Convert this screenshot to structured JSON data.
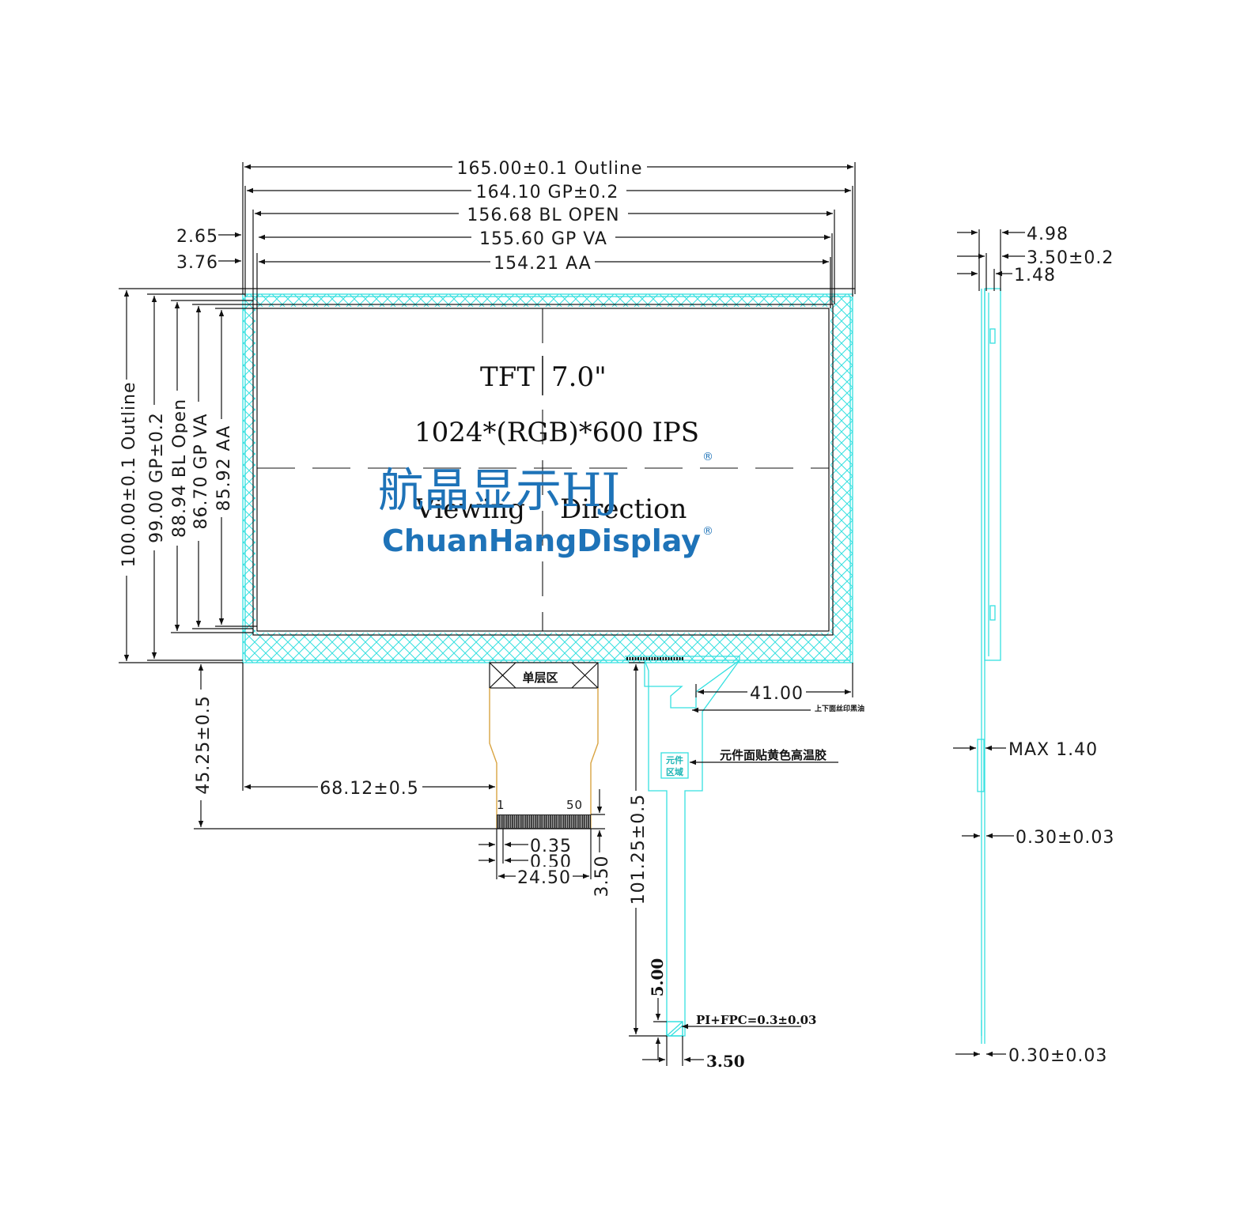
{
  "panel": {
    "line1_left": "TFT",
    "line1_right": "7.0\"",
    "line2": "1024*(RGB)*600 IPS",
    "viewing_left": "Viewing",
    "viewing_right": "Direction",
    "fpc_zone_label": "单层区",
    "pin_first": "1",
    "pin_last": "50"
  },
  "brand": {
    "chinese": "航晶显示HJ",
    "english": "ChuanHangDisplay",
    "registered": "®"
  },
  "horizontal_dims": {
    "outline": "165.00±0.1 Outline",
    "gp": "164.10 GP±0.2",
    "bl_open": "156.68 BL OPEN",
    "gp_va": "155.60 GP VA",
    "aa": "154.21 AA",
    "left_offset_1": "2.65",
    "left_offset_2": "3.76"
  },
  "vertical_dims": {
    "outline": "100.00±0.1 Outline",
    "gp": "99.00 GP±0.2",
    "bl_open": "88.94 BL Open",
    "gp_va": "86.70 GP VA",
    "aa": "85.92 AA"
  },
  "fpc_dims": {
    "fpc_height": "45.25±0.5",
    "fpc_offset": "68.12±0.5",
    "pitch": "0.35",
    "pad": "0.50",
    "width": "24.50",
    "finger_len": "3.50",
    "tail_length": "101.25±0.5",
    "tail_end": "5.00",
    "tail_width": "3.50",
    "tail_offset": "41.00"
  },
  "notes": {
    "silkscreen": "上下面丝印黑油",
    "component_glue": "元件面贴黄色高温胶",
    "component_zone_a": "元件",
    "component_zone_b": "区域",
    "pi_fpc": "PI+FPC=0.3±0.03"
  },
  "side_dims": {
    "total": "4.98",
    "module": "3.50±0.2",
    "glass": "1.48",
    "component_max": "MAX 1.40",
    "fpc_thickness_1": "0.30±0.03",
    "fpc_thickness_2": "0.30±0.03"
  },
  "colors": {
    "outline_cyan": "#35e0e0",
    "brand_blue": "#1e73b8",
    "fpc_orange": "#d9a441"
  }
}
